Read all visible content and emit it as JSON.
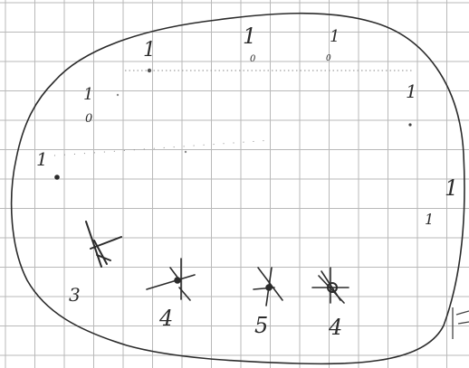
{
  "colors": {
    "paper": "#ffffff",
    "grid": "#b9b9b9",
    "ink": "#2b2b2b",
    "pencil": "#8a8a8a"
  },
  "labels": {
    "top_left": "1",
    "top_mid": "1",
    "top_mid_sub": "0",
    "top_right": "1",
    "top_right_sub": "0",
    "upper_left": "1",
    "upper_left_sub": "0",
    "upper_right": "1",
    "mid_left": "1",
    "right_1": "1",
    "right_2": "1",
    "bottom_left": "3",
    "bottom_1": "4",
    "bottom_2": "5",
    "bottom_3": "4"
  }
}
